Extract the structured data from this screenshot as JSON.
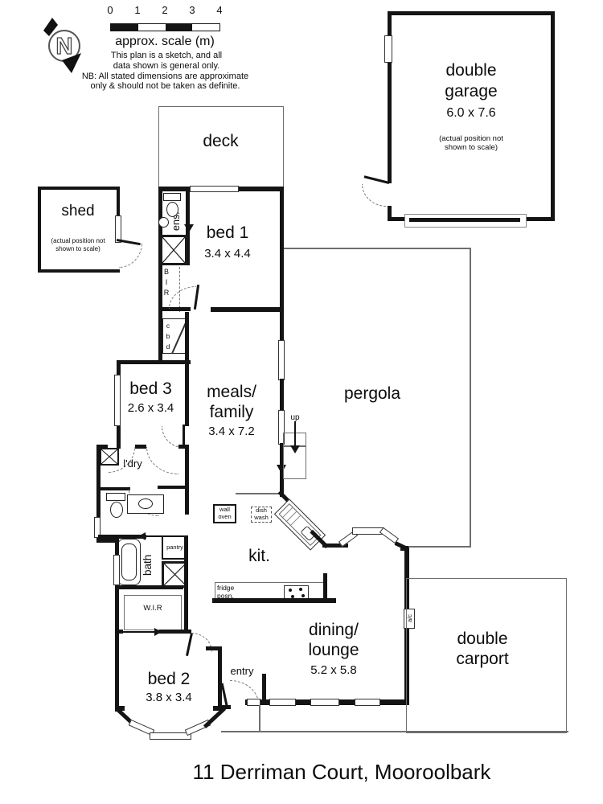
{
  "style": {
    "wall_color": "#141414",
    "outline_color": "#6e6e6e",
    "text_color": "#0d0d0d",
    "background": "#ffffff"
  },
  "legend": {
    "north": "N",
    "scale_ticks": [
      "0",
      "1",
      "2",
      "3",
      "4"
    ],
    "scale_caption": "approx. scale (m)",
    "sketch_note_line1": "This plan is a sketch, and all",
    "sketch_note_line2": "data shown is general only.",
    "nb_note_line1": "NB: All stated dimensions are approximate",
    "nb_note_line2": "only & should not be taken as definite."
  },
  "rooms": {
    "garage": {
      "name_line1": "double",
      "name_line2": "garage",
      "dims": "6.0 x 7.6",
      "note_line1": "(actual position not",
      "note_line2": "shown to scale)"
    },
    "shed": {
      "name": "shed",
      "note_line1": "(actual position not",
      "note_line2": "shown to scale)"
    },
    "deck": {
      "name": "deck"
    },
    "bed1": {
      "name": "bed 1",
      "dims": "3.4 x 4.4"
    },
    "ens": {
      "name": "ens."
    },
    "bed3": {
      "name": "bed 3",
      "dims": "2.6 x 3.4"
    },
    "meals": {
      "name_line1": "meals/",
      "name_line2": "family",
      "dims": "3.4 x 7.2"
    },
    "pergola": {
      "name": "pergola"
    },
    "ldry": {
      "name": "l'dry"
    },
    "bath": {
      "name": "bath"
    },
    "pantry": {
      "name": "pantry"
    },
    "kitchen": {
      "name": "kit."
    },
    "wir": {
      "name": "W.I.R"
    },
    "bed2": {
      "name": "bed 2",
      "dims": "3.8 x 3.4"
    },
    "entry": {
      "name": "entry"
    },
    "dining": {
      "name_line1": "dining/",
      "name_line2": "lounge",
      "dims": "5.2 x 5.8"
    },
    "carport": {
      "name_line1": "double",
      "name_line2": "carport"
    }
  },
  "fixtures": {
    "bir_letters": [
      "B",
      "I",
      "R"
    ],
    "cbd_letters": [
      "c",
      "b",
      "d"
    ],
    "wall_oven_line1": "wall",
    "wall_oven_line2": "oven",
    "dish_wash_line1": "dish",
    "dish_wash_line2": "wash",
    "fridge_line1": "fridge",
    "fridge_line2": "posn.",
    "ac_label": "a/c",
    "up_label": "up"
  },
  "footer": {
    "address": "11 Derriman Court, Mooroolbark"
  }
}
